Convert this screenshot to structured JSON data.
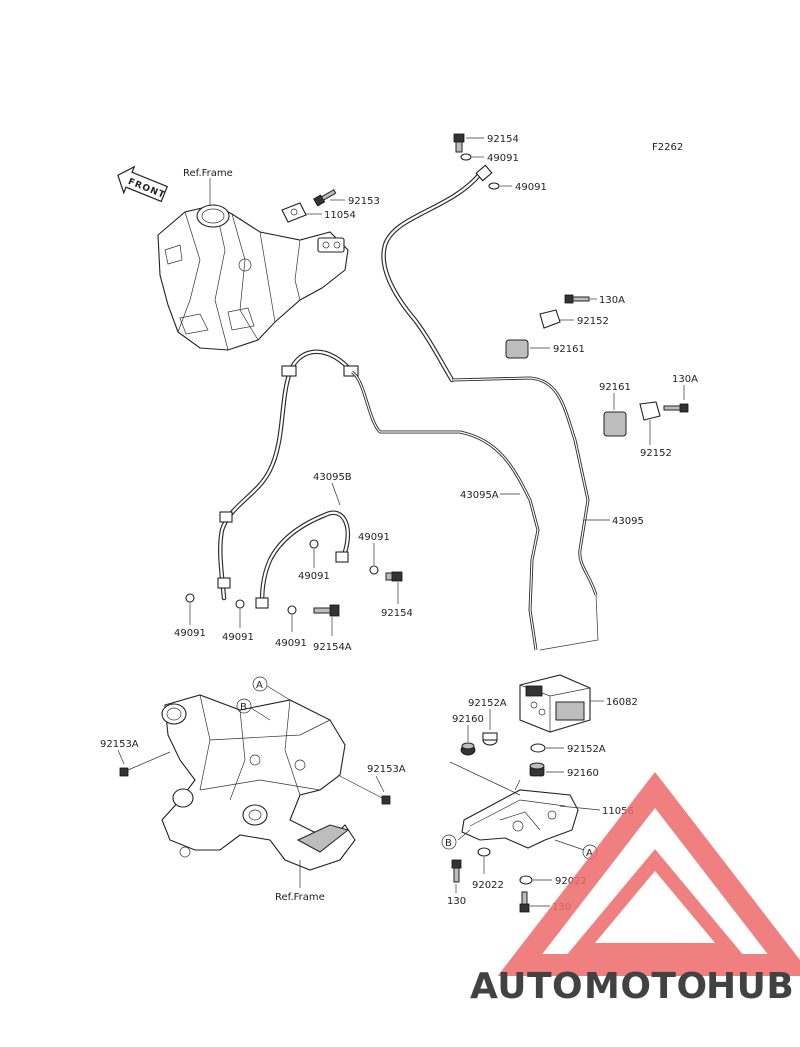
{
  "diagram_code": "F2262",
  "front_label": "FRONT",
  "ref_frame_top": "Ref.Frame",
  "ref_frame_bottom": "Ref.Frame",
  "callouts": {
    "c92154_top": "92154",
    "c49091_top1": "49091",
    "c49091_top2": "49091",
    "c92153": "92153",
    "c11054": "11054",
    "c130A_1": "130A",
    "c92152_1": "92152",
    "c92161_1": "92161",
    "c92161_2": "92161",
    "c130A_2": "130A",
    "c92152_2": "92152",
    "c43095B": "43095B",
    "c43095A": "43095A",
    "c43095": "43095",
    "c49091_m1": "49091",
    "c49091_m2": "49091",
    "c92154_m": "92154",
    "c49091_l1": "49091",
    "c49091_l2": "49091",
    "c49091_l3": "49091",
    "c92154A": "92154A",
    "c92152A_1": "92152A",
    "c16082": "16082",
    "c92160_1": "92160",
    "c92152A_2": "92152A",
    "c92160_2": "92160",
    "c92153A_1": "92153A",
    "c92153A_2": "92153A",
    "c11056": "11056",
    "c92022_1": "92022",
    "c92022_2": "92022",
    "c130_1": "130",
    "c130_2": "130"
  },
  "markers": {
    "A_top": "A",
    "B_top": "B",
    "B_bottom": "B",
    "A_bottom": "A"
  },
  "watermark": {
    "part1": "AUTO",
    "part2": "MOTO",
    "part3": "HUB",
    "color_orange": "#f0b27a",
    "color_red": "#ee6b6b",
    "color_gray": "#8e8e8e"
  }
}
